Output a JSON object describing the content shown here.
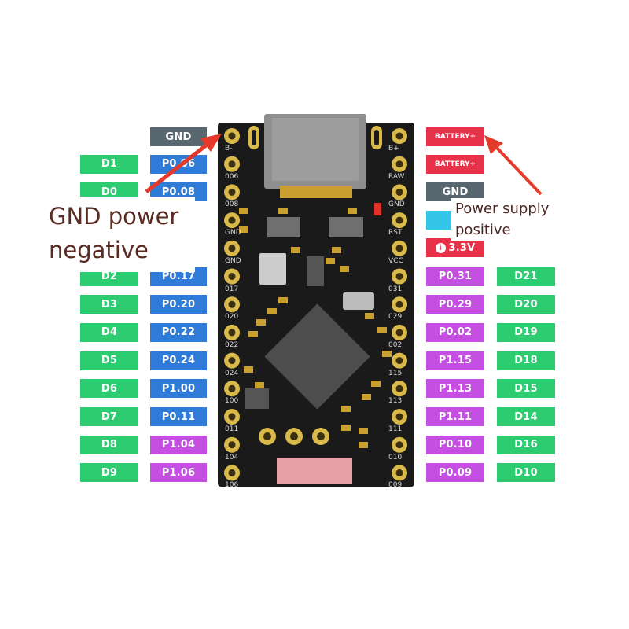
{
  "colors": {
    "d_label": "#2ecc71",
    "p0_label": "#2f7bd8",
    "p1_left": "#c44fe0",
    "p_right": "#c44fe0",
    "gnd_label": "#57666f",
    "power_label": "#e8324a",
    "board": "#1a1a1a",
    "arrow": "#e53a2a",
    "callout_text": "#5a2b22"
  },
  "left_pins": {
    "d": [
      "D1",
      "D0",
      "D2",
      "D3",
      "D4",
      "D5",
      "D6",
      "D7",
      "D8",
      "D9"
    ],
    "p": [
      "P0.06",
      "P0.08",
      "P0.17",
      "P0.20",
      "P0.22",
      "P0.24",
      "P1.00",
      "P0.11",
      "P1.04",
      "P1.06"
    ],
    "gnd": "GND"
  },
  "right_pins": {
    "p": [
      "P0.31",
      "P0.29",
      "P0.02",
      "P1.15",
      "P1.13",
      "P1.11",
      "P0.10",
      "P0.09"
    ],
    "d": [
      "D21",
      "D20",
      "D19",
      "D18",
      "D15",
      "D14",
      "D16",
      "D10"
    ],
    "battery": [
      "BATTERY+",
      "BATTERY+"
    ],
    "gnd": "GND",
    "v33": "3.3V"
  },
  "board_labels": {
    "left": [
      "B-",
      "006",
      "008",
      "GND",
      "GND",
      "017",
      "020",
      "022",
      "024",
      "100",
      "011",
      "104",
      "106"
    ],
    "right": [
      "B+",
      "RAW",
      "GND",
      "RST",
      "VCC",
      "031",
      "029",
      "002",
      "115",
      "113",
      "111",
      "010",
      "009"
    ]
  },
  "callouts": {
    "left_line1": "GND power",
    "left_line2": "negative",
    "right_line1": "Power supply",
    "right_line2": "positive"
  }
}
